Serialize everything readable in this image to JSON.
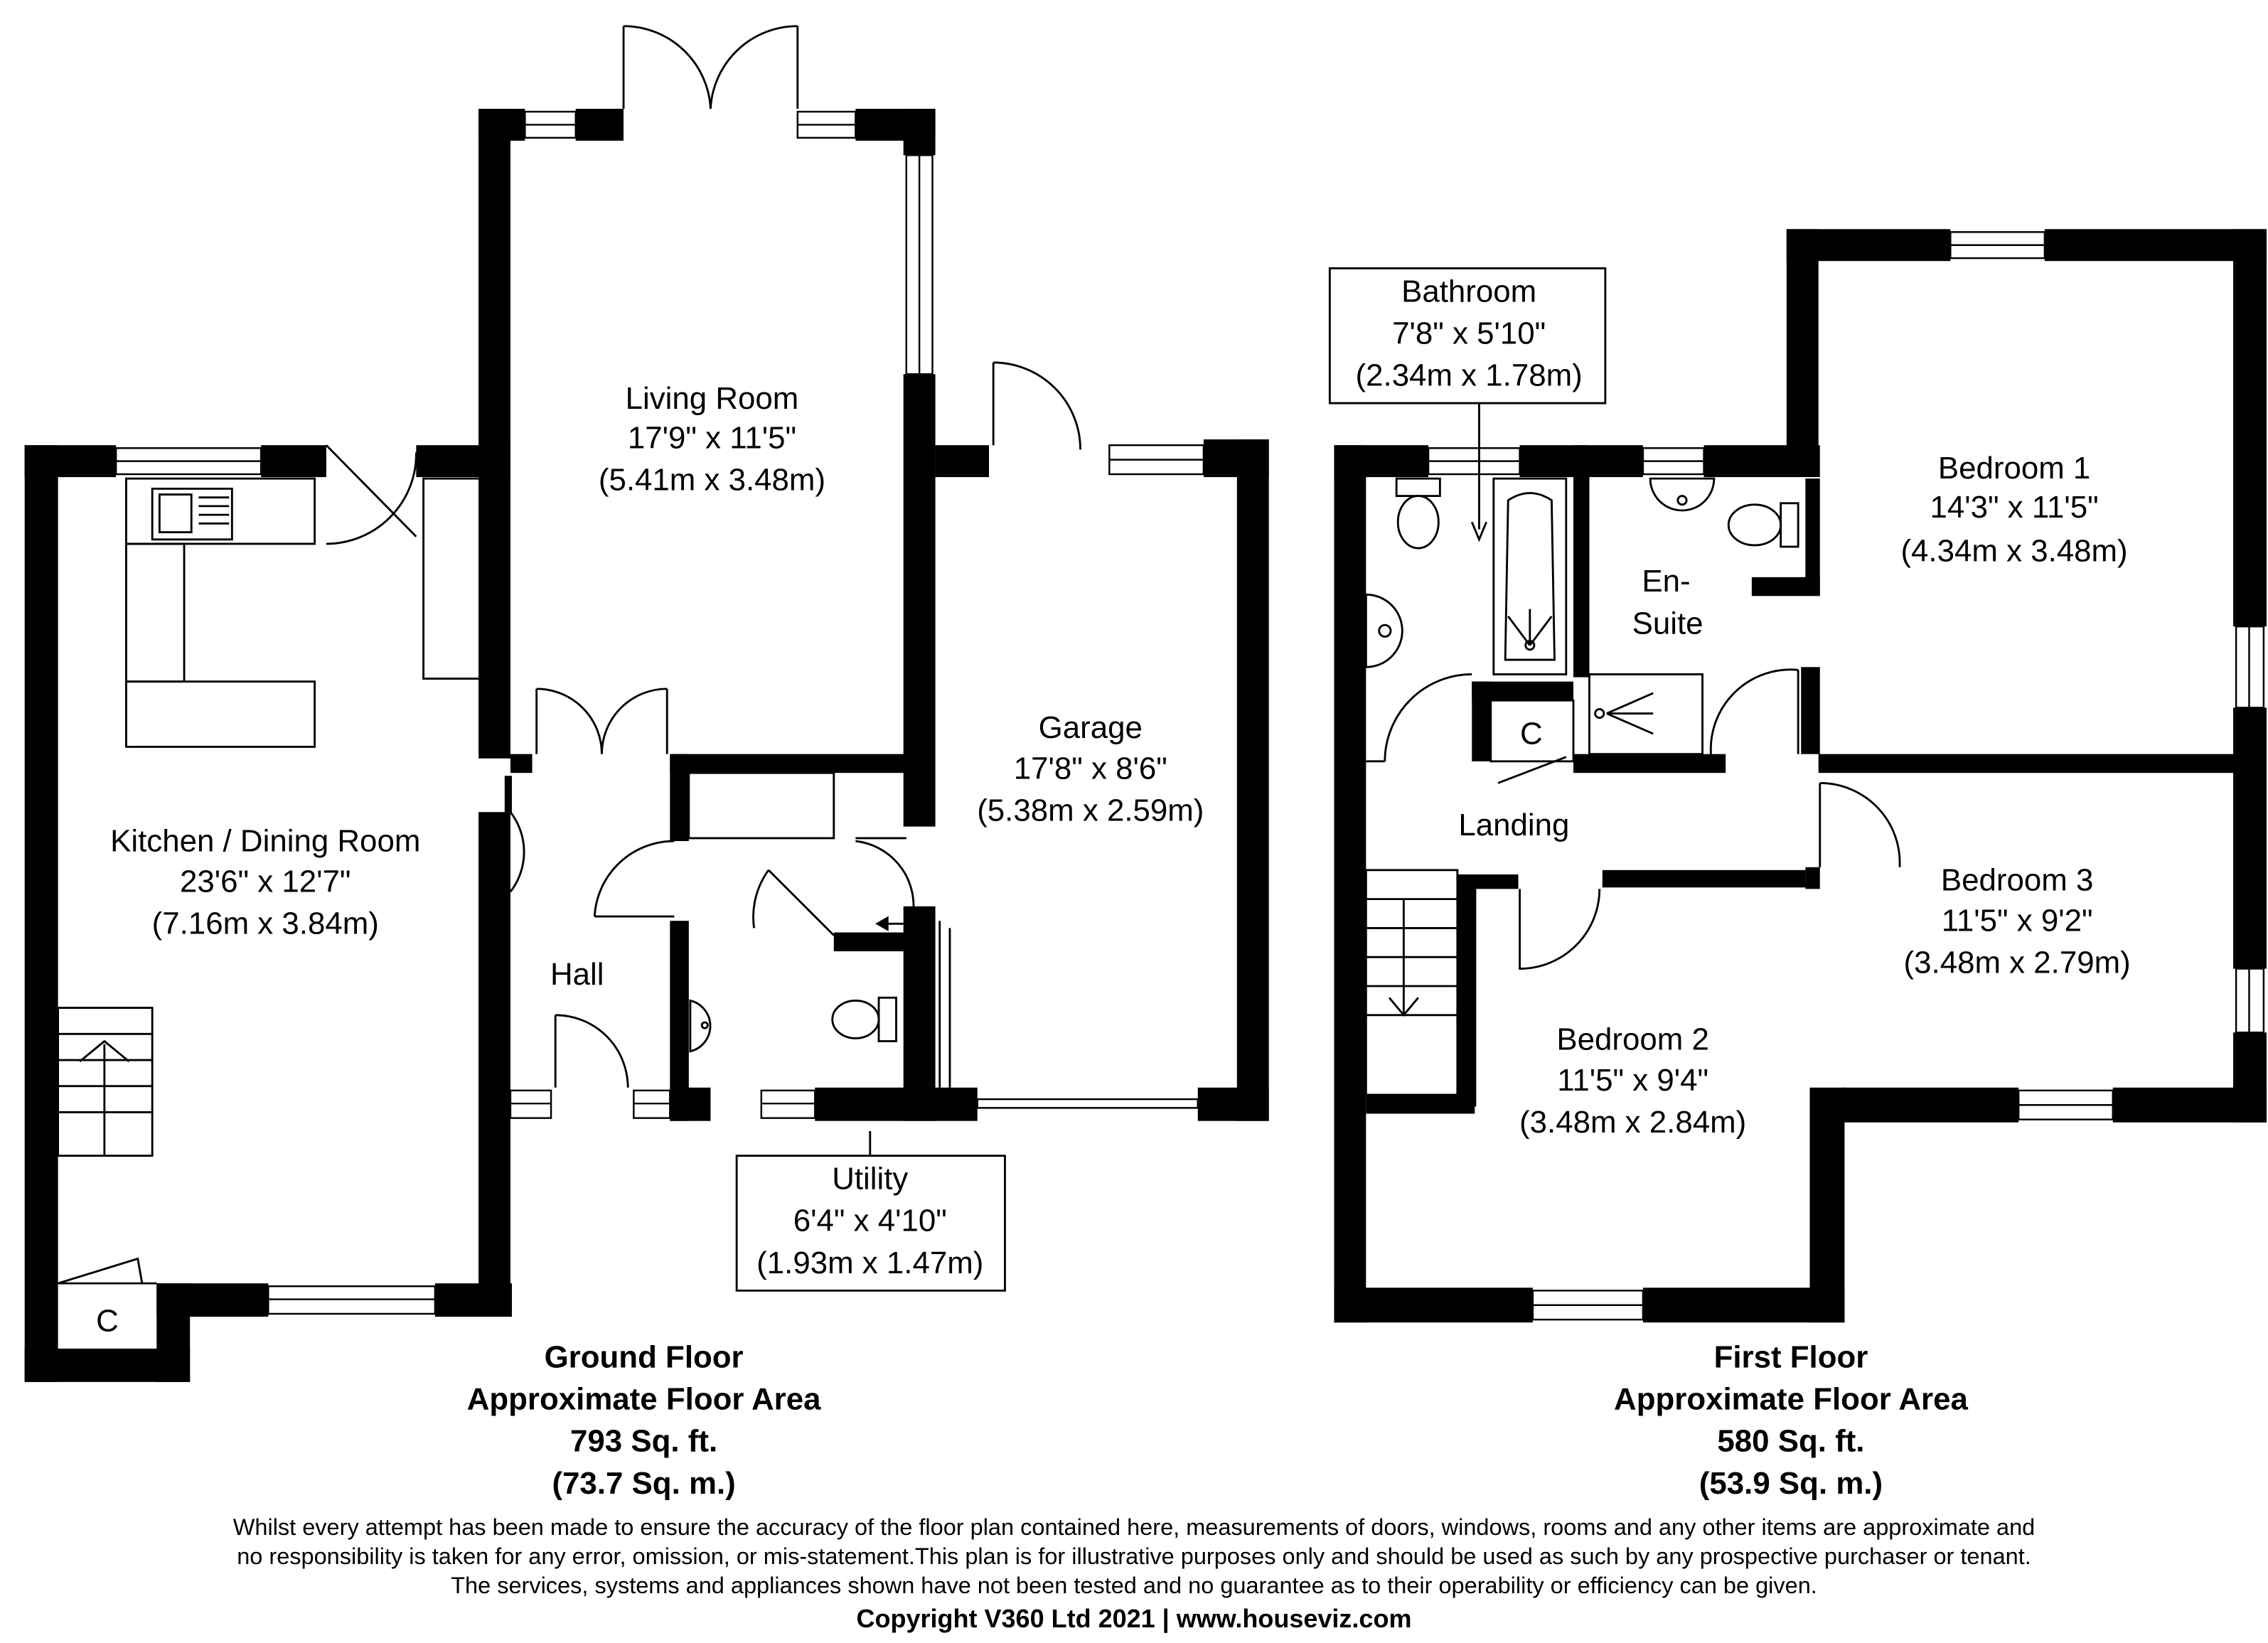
{
  "rooms": {
    "living": {
      "name": "Living Room",
      "imperial": "17'9\" x 11'5\"",
      "metric": "(5.41m x 3.48m)"
    },
    "kitchen": {
      "name": "Kitchen / Dining Room",
      "imperial": "23'6\" x 12'7\"",
      "metric": "(7.16m x 3.84m)"
    },
    "garage": {
      "name": "Garage",
      "imperial": "17'8\" x 8'6\"",
      "metric": "(5.38m x 2.59m)"
    },
    "hall": {
      "name": "Hall"
    },
    "utility": {
      "name": "Utility",
      "imperial": "6'4\" x 4'10\"",
      "metric": "(1.93m x 1.47m)"
    },
    "bathroom": {
      "name": "Bathroom",
      "imperial": "7'8\" x 5'10\"",
      "metric": "(2.34m x 1.78m)"
    },
    "ensuite": {
      "line1": "En-",
      "line2": "Suite"
    },
    "bedroom1": {
      "name": "Bedroom 1",
      "imperial": "14'3\" x 11'5\"",
      "metric": "(4.34m x 3.48m)"
    },
    "bedroom2": {
      "name": "Bedroom 2",
      "imperial": "11'5\" x 9'4\"",
      "metric": "(3.48m x 2.84m)"
    },
    "bedroom3": {
      "name": "Bedroom 3",
      "imperial": "11'5\" x 9'2\"",
      "metric": "(3.48m x 2.79m)"
    },
    "landing": {
      "name": "Landing"
    },
    "cupboard_label": "C"
  },
  "floors": {
    "ground": {
      "title": "Ground Floor",
      "subtitle": "Approximate Floor Area",
      "sqft": "793 Sq. ft.",
      "sqm": "(73.7 Sq. m.)"
    },
    "first": {
      "title": "First Floor",
      "subtitle": "Approximate Floor Area",
      "sqft": "580 Sq. ft.",
      "sqm": "(53.9 Sq. m.)"
    }
  },
  "footer": {
    "disclaimer_1": "Whilst every attempt has been made to ensure the accuracy of the floor plan contained here, measurements of doors, windows, rooms and any other items are approximate and",
    "disclaimer_2": "no responsibility is taken for any error, omission, or mis-statement.This plan is for illustrative purposes only and should be used as such by any prospective purchaser or tenant.",
    "disclaimer_3": "The services, systems and appliances shown have not been tested and no guarantee as to their operability or efficiency can be given.",
    "copyright": "Copyright V360 Ltd 2021 | www.houseviz.com"
  }
}
